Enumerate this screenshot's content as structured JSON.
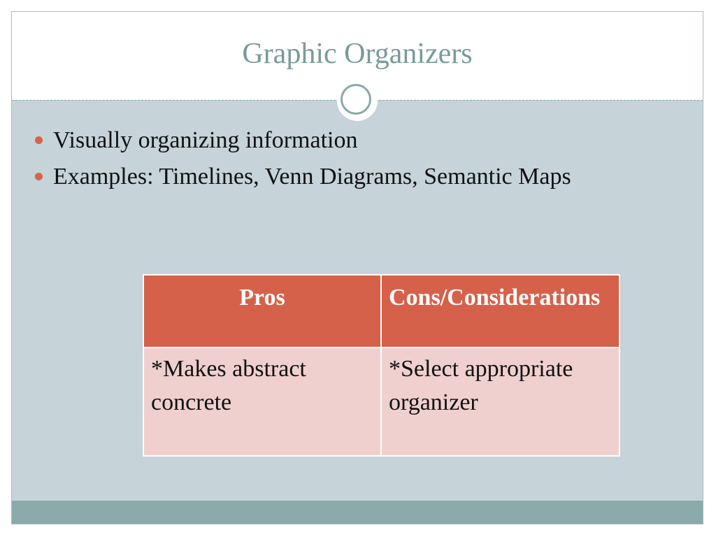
{
  "slide": {
    "title": "Graphic Organizers",
    "bullets": [
      "Visually organizing information",
      "Examples: Timelines, Venn Diagrams, Semantic Maps"
    ],
    "table": {
      "headers": [
        "Pros",
        "Cons/Considerations"
      ],
      "rows": [
        [
          "*Makes abstract concrete",
          "*Select appropriate organizer"
        ]
      ]
    }
  },
  "colors": {
    "title_text": "#7a9a9a",
    "body_background": "#c6d3d8",
    "header_fill": "#d6614a",
    "cell_fill": "#efd0cf",
    "bullet": "#d8624a",
    "footer_bar": "#8aaaab"
  }
}
